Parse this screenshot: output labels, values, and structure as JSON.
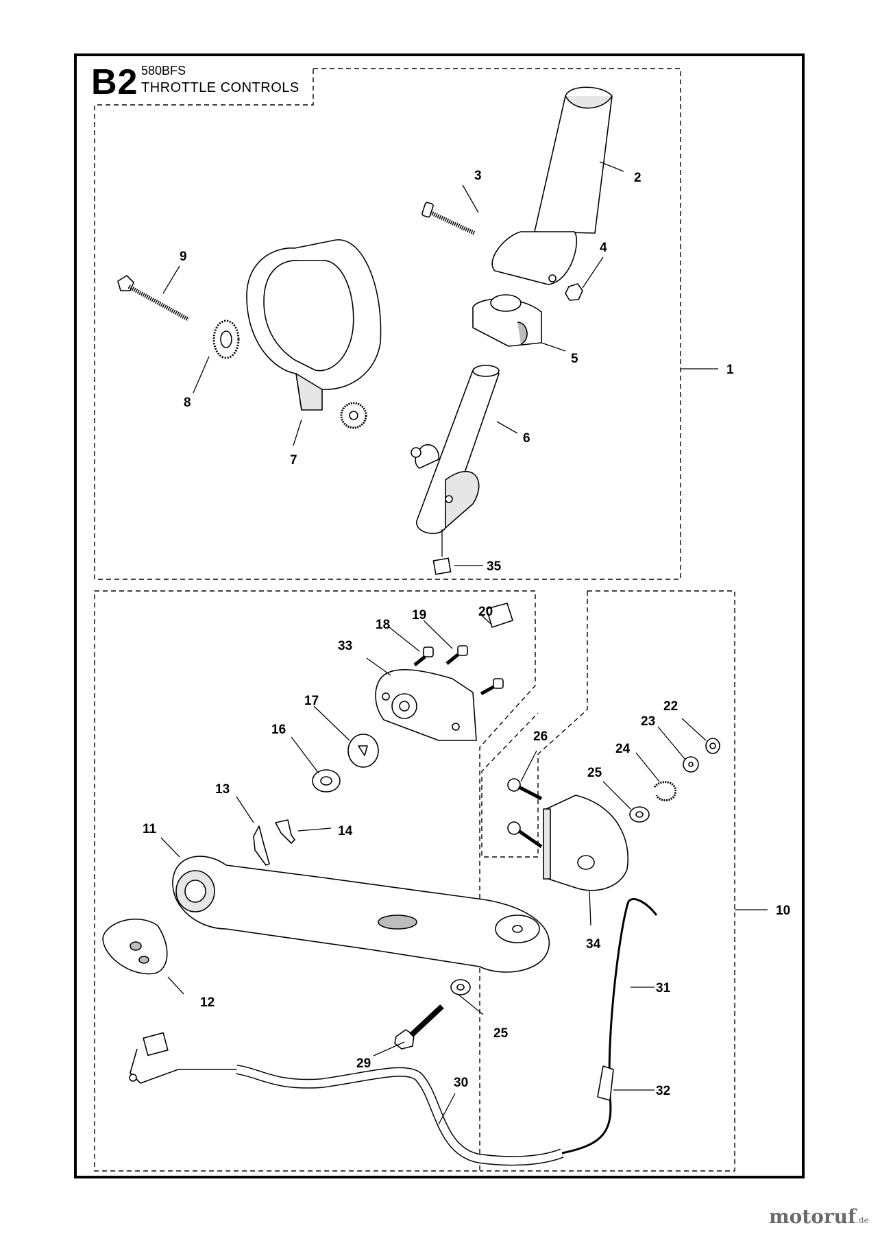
{
  "header": {
    "code": "B2",
    "model": "580BFS",
    "title": "THROTTLE CONTROLS"
  },
  "watermark": {
    "text": "motoruf",
    "suffix": ".de"
  },
  "colors": {
    "line": "#000000",
    "part_fill": "#ffffff",
    "shade": "#bdbdbd",
    "watermark": "#6a6a6a"
  },
  "callouts": [
    {
      "id": "c1",
      "label": "1"
    },
    {
      "id": "c2",
      "label": "2"
    },
    {
      "id": "c3",
      "label": "3"
    },
    {
      "id": "c4",
      "label": "4"
    },
    {
      "id": "c5",
      "label": "5"
    },
    {
      "id": "c6",
      "label": "6"
    },
    {
      "id": "c7",
      "label": "7"
    },
    {
      "id": "c8",
      "label": "8"
    },
    {
      "id": "c9",
      "label": "9"
    },
    {
      "id": "c10",
      "label": "10"
    },
    {
      "id": "c11",
      "label": "11"
    },
    {
      "id": "c12",
      "label": "12"
    },
    {
      "id": "c13",
      "label": "13"
    },
    {
      "id": "c14",
      "label": "14"
    },
    {
      "id": "c16",
      "label": "16"
    },
    {
      "id": "c17",
      "label": "17"
    },
    {
      "id": "c18",
      "label": "18"
    },
    {
      "id": "c19",
      "label": "19"
    },
    {
      "id": "c20",
      "label": "20"
    },
    {
      "id": "c22",
      "label": "22"
    },
    {
      "id": "c23",
      "label": "23"
    },
    {
      "id": "c24",
      "label": "24"
    },
    {
      "id": "c25a",
      "label": "25"
    },
    {
      "id": "c25b",
      "label": "25"
    },
    {
      "id": "c26",
      "label": "26"
    },
    {
      "id": "c29",
      "label": "29"
    },
    {
      "id": "c30",
      "label": "30"
    },
    {
      "id": "c31",
      "label": "31"
    },
    {
      "id": "c32",
      "label": "32"
    },
    {
      "id": "c33",
      "label": "33"
    },
    {
      "id": "c34",
      "label": "34"
    },
    {
      "id": "c35",
      "label": "35"
    }
  ]
}
